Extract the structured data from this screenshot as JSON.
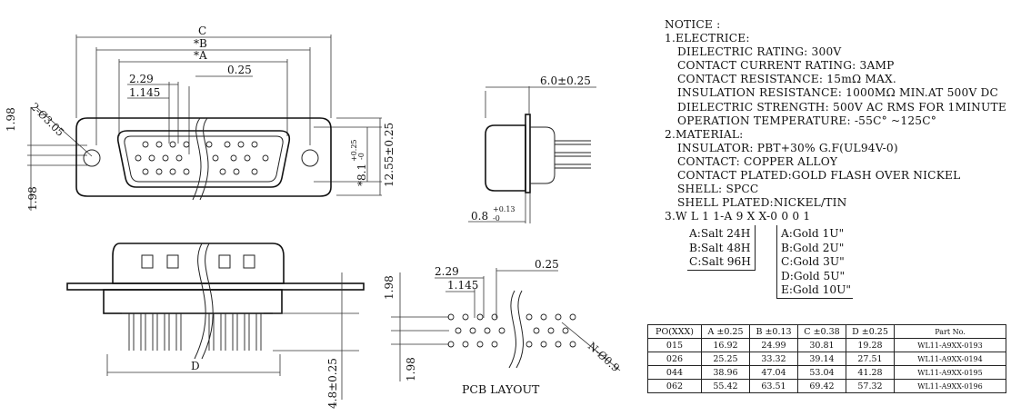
{
  "front_view": {
    "dim_c": "C",
    "dim_b": "*B",
    "dim_a": "*A",
    "dim_2_29": "2.29",
    "dim_1_145": "1.145",
    "dim_0_25": "0.25",
    "dim_hole": "2-Ø3.05",
    "dim_1_98_top": "1.98",
    "dim_1_98_bottom": "1.98",
    "dim_8_1": "*8.1",
    "dim_8_1_tol_upper": "+0.25",
    "dim_8_1_tol_lower": "-0",
    "dim_12_55": "12.55±0.25"
  },
  "side_view": {
    "dim_6_0": "6.0±0.25",
    "dim_0_8": "0.8",
    "dim_0_8_tol_upper": "+0.13",
    "dim_0_8_tol_lower": "-0"
  },
  "bottom_view": {
    "dim_d": "D",
    "dim_4_8": "4.8±0.25"
  },
  "pcb_layout": {
    "caption": "PCB LAYOUT",
    "dim_2_29": "2.29",
    "dim_1_145": "1.145",
    "dim_0_25": "0.25",
    "dim_1_98_top": "1.98",
    "dim_1_98_bottom": "1.98",
    "dim_hole": "N-Ø0.9"
  },
  "notice": {
    "title": "NOTICE :",
    "electric_heading": "1.ELECTRICE:",
    "electric": [
      "DIELECTRIC RATING: 300V",
      "CONTACT CURRENT RATING: 3AMP",
      "CONTACT RESISTANCE: 15mΩ MAX.",
      "INSULATION RESISTANCE: 1000MΩ MIN.AT 500V DC",
      "DIELECTRIC STRENGTH: 500V AC RMS FOR 1MINUTE",
      "OPERATION TEMPERATURE: -55C° ~125C°"
    ],
    "material_heading": "2.MATERIAL:",
    "material": [
      "INSULATOR: PBT+30% G.F(UL94V-0)",
      "CONTACT: COPPER ALLOY",
      "CONTACT PLATED:GOLD FLASH OVER NICKEL",
      "SHELL: SPCC",
      "SHELL PLATED:NICKEL/TIN"
    ],
    "part_code": "3.W L 1 1-A 9 X X-0 0 0 1",
    "salt_options": [
      "A:Salt 24H",
      "B:Salt 48H",
      "C:Salt 96H"
    ],
    "gold_options": [
      "A:Gold 1U\"",
      "B:Gold 2U\"",
      "C:Gold 3U\"",
      "D:Gold 5U\"",
      "E:Gold 10U\""
    ]
  },
  "table": {
    "headers": [
      "PO(XXX)",
      "A ±0.25",
      "B ±0.13",
      "C ±0.38",
      "D ±0.25",
      "Part   No."
    ],
    "rows": [
      [
        "015",
        "16.92",
        "24.99",
        "30.81",
        "19.28",
        "WL11-A9XX-0193"
      ],
      [
        "026",
        "25.25",
        "33.32",
        "39.14",
        "27.51",
        "WL11-A9XX-0194"
      ],
      [
        "044",
        "38.96",
        "47.04",
        "53.04",
        "41.28",
        "WL11-A9XX-0195"
      ],
      [
        "062",
        "55.42",
        "63.51",
        "69.42",
        "57.32",
        "WL11-A9XX-0196"
      ]
    ]
  }
}
